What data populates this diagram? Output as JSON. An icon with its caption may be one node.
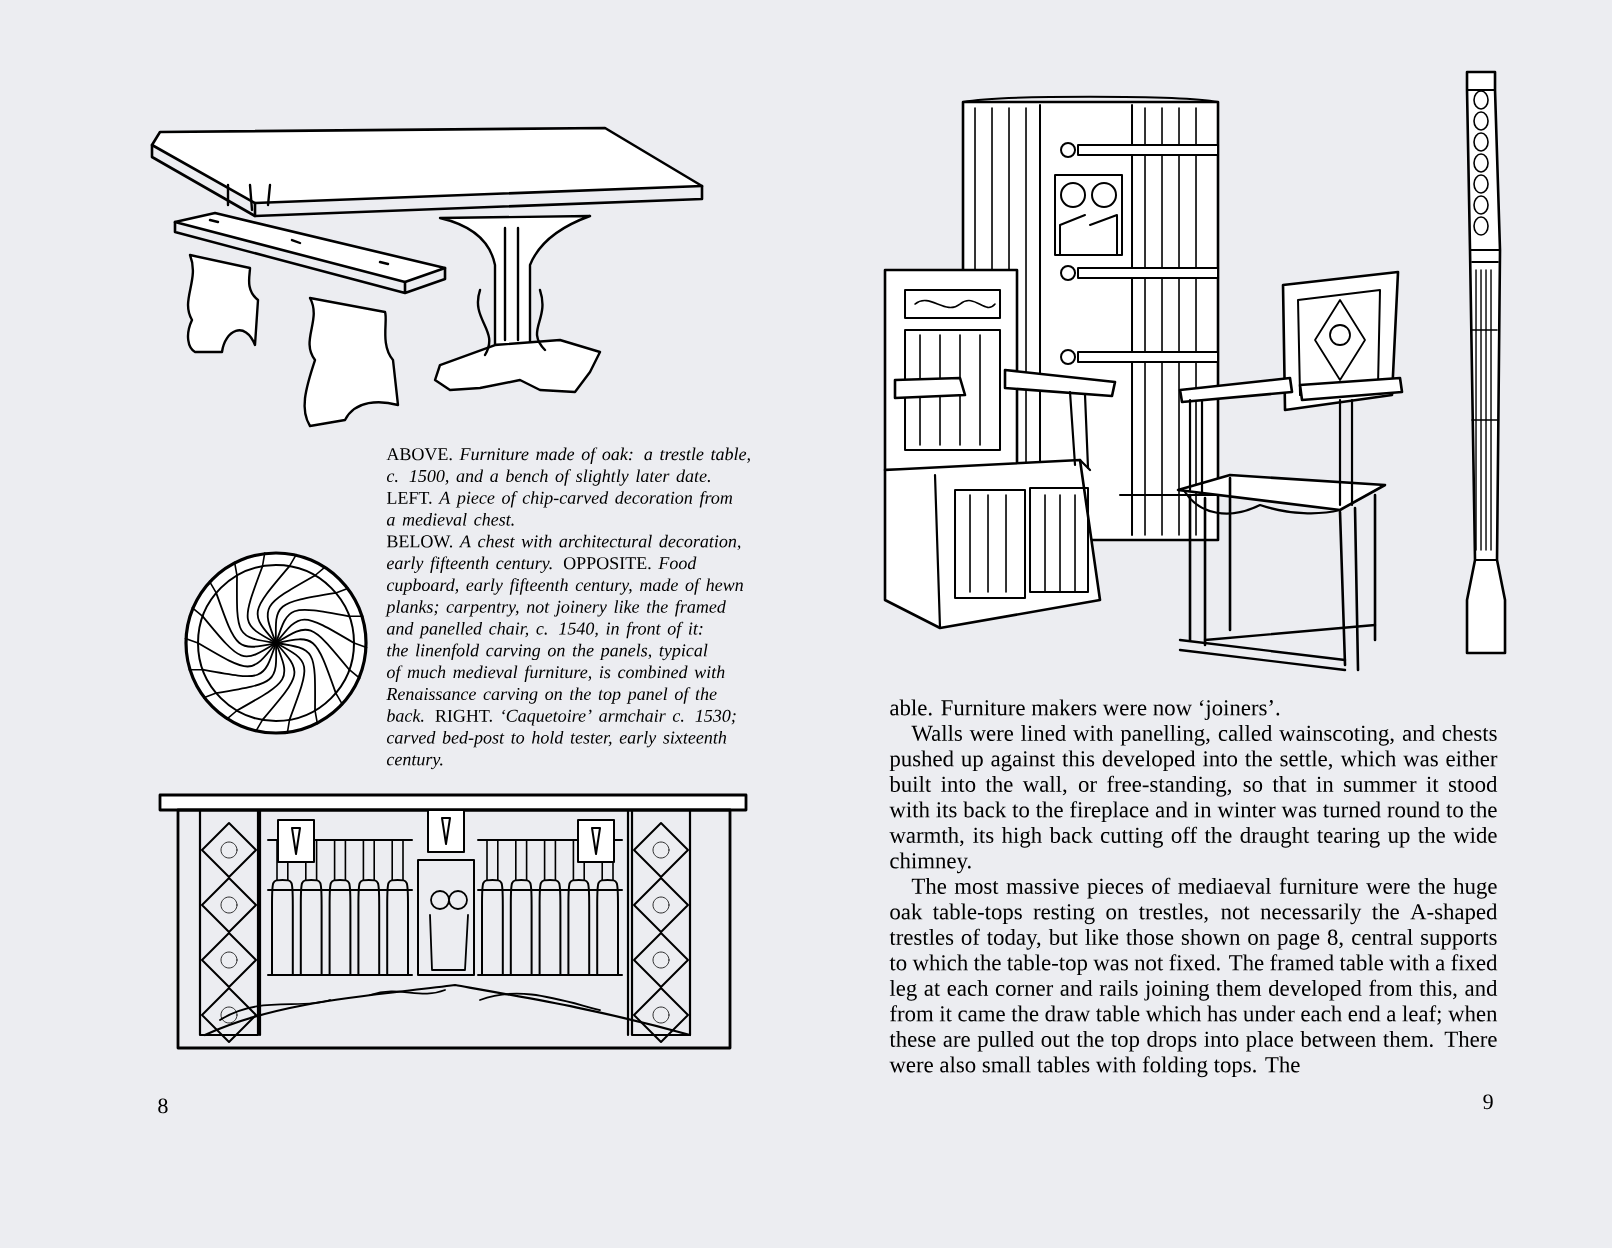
{
  "diagram": {
    "labels": [
      "ABOVE. *Furniture made of oak: a trestle table, c. 1500, and a bench of slightly later date.* LEFT. *A piece of chip-carved decoration from a medieval chest.*",
      "BELOW. *A chest with architectural decoration, early fifteenth century.* OPPOSITE. *Food cupboard, early fifteenth century, made of hewn planks; carpentry, not joinery like the framed and panelled chair, c. 1540, in front of it: the linenfold carving on the panels, typical of much medieval furniture, is combined with Renaissance carving on the top panel of the back.* RIGHT. *‘Caquetoire’ armchair c. 1530; carved bed-post to hold tester, early sixteenth century.*",
      "8",
      "able. Furniture makers were now ‘joiners’.",
      "Walls were lined with panelling, called wainscoting, and chests pushed up against this developed into the settle, which was either built into the wall, or free-standing, so that in summer it stood with its back to the fireplace and in winter was turned round to the warmth, its high back cutting off the draught tearing up the wide chimney.",
      "The most massive pieces of mediaeval furniture were the huge oak table-tops resting on trestles, not necessarily the A-shaped trestles of today, but like those shown on page 8, central supports to which the table-top was not fixed. The framed table with a fixed leg at each corner and rails joining them developed from this, and from it came the draw table which has under each end a leaf; when these are pulled out the top drops into place between them. There were also small tables with folding tops. The",
      "9"
    ]
  }
}
